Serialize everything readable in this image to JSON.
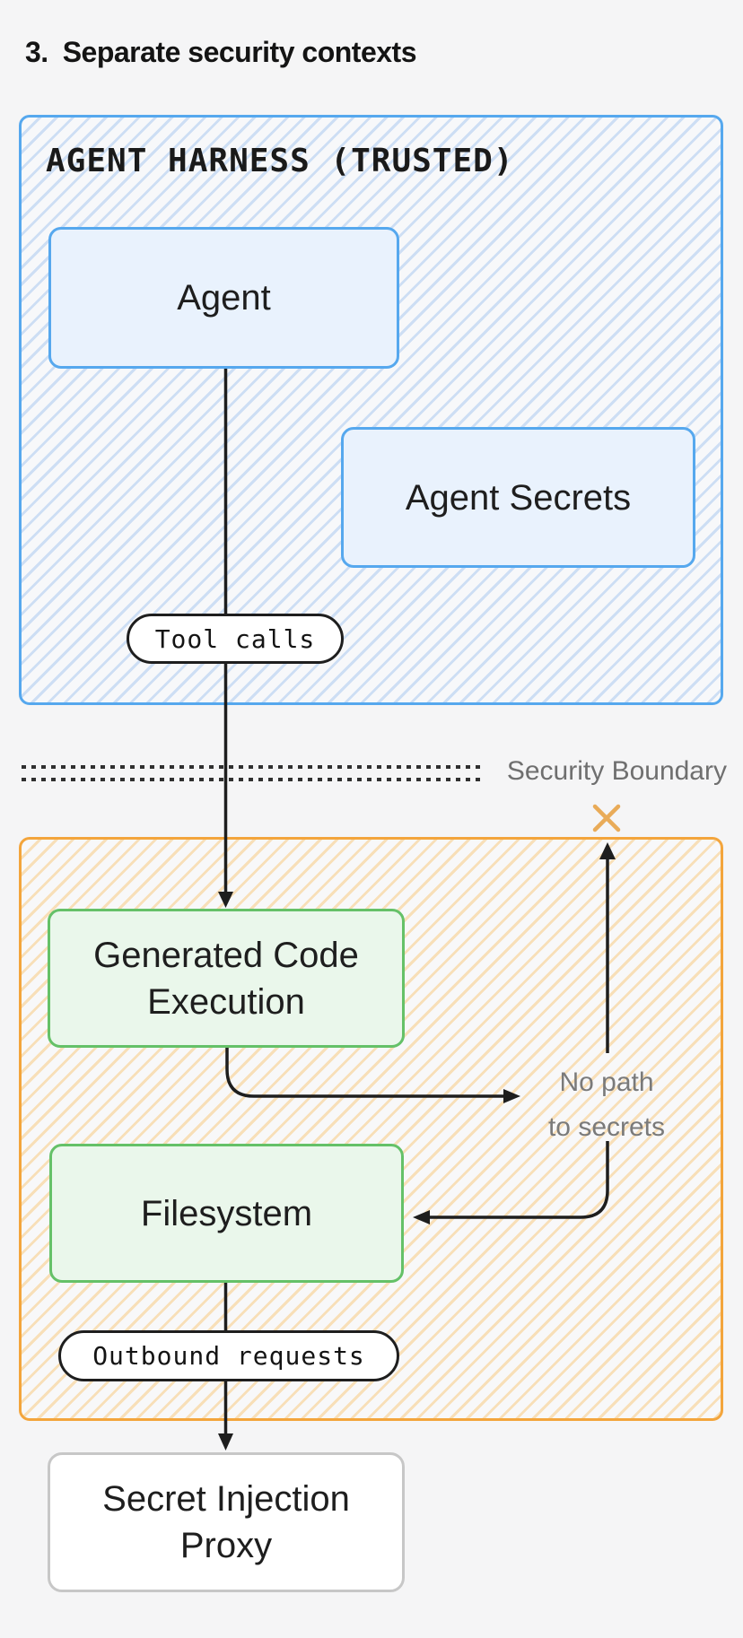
{
  "title": {
    "number": "3.",
    "text": "Separate security contexts"
  },
  "trusted_zone": {
    "label": "AGENT HARNESS (TRUSTED)",
    "agent_label": "Agent",
    "agent_secrets_label": "Agent Secrets",
    "tool_calls_pill": "Tool calls",
    "border_color": "#56a8ee",
    "hatch_color": "#cddef4",
    "node_fill": "#e9f2fd"
  },
  "boundary": {
    "label": "Security Boundary",
    "dot_color": "#303030",
    "label_color": "#6f6f6f"
  },
  "sandbox_zone": {
    "generated_code": {
      "line1": "Generated Code",
      "line2": "Execution"
    },
    "filesystem_label": "Filesystem",
    "outbound_pill": "Outbound requests",
    "no_path": {
      "line1": "No path",
      "line2": "to secrets"
    },
    "border_color": "#f3a53c",
    "hatch_color": "#f8dfb8",
    "node_fill": "#eaf7eb",
    "node_border": "#65c168",
    "blocked_x_color": "#e9ab58"
  },
  "proxy": {
    "line1": "Secret Injection",
    "line2": "Proxy"
  },
  "arrow_color": "#1e1e1e"
}
